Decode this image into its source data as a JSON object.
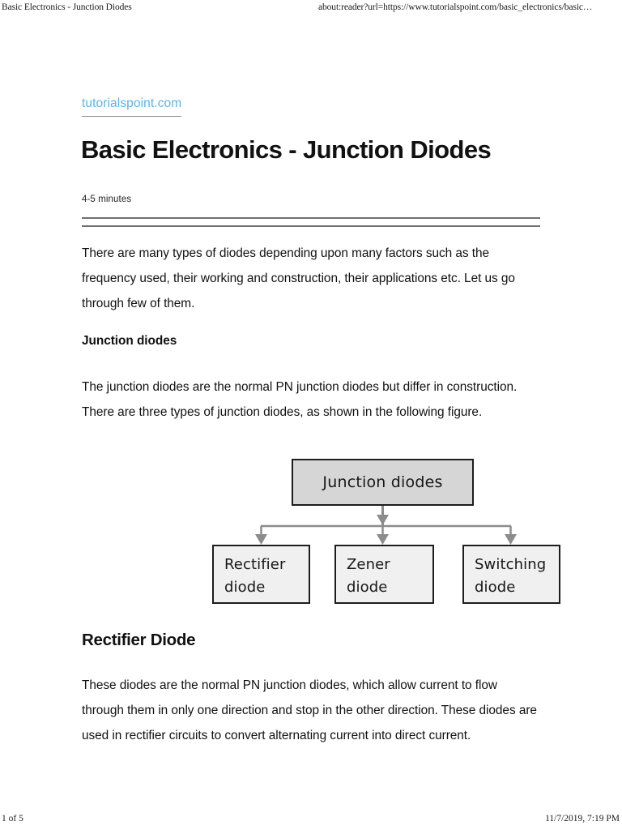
{
  "print": {
    "header_left": "Basic Electronics - Junction Diodes",
    "header_right": "about:reader?url=https://www.tutorialspoint.com/basic_electronics/basic…",
    "footer_left": "1 of 5",
    "footer_right": "11/7/2019, 7:19 PM"
  },
  "article": {
    "source_link": "tutorialspoint.com",
    "title": "Basic Electronics - Junction Diodes",
    "read_time": "4-5 minutes",
    "paragraph_1": "There are many types of diodes depending upon many factors such as the frequency used, their working and construction, their applications etc. Let us go through few of them.",
    "subheading_1": "Junction diodes",
    "paragraph_2": "The junction diodes are the normal PN junction diodes but differ in construction. There are three types of junction diodes, as shown in the following figure.",
    "section_heading": "Rectifier Diode",
    "paragraph_3": "These diodes are the normal PN junction diodes, which allow current to flow through them in only one direction and stop in the other direction. These diodes are used in rectifier circuits to convert alternating current into direct current."
  },
  "figure": {
    "root": "Junction diodes",
    "leaves": [
      {
        "label": "Rectifier\ndiode"
      },
      {
        "label": "Zener\ndiode"
      },
      {
        "label": "Switching\ndiode"
      }
    ],
    "root_fill": "#d6d6d6",
    "leaf_fill": "#f0f0f0",
    "border_color": "#1d1d1d",
    "connector_color": "#8c8c8c"
  },
  "colors": {
    "link": "#5eb3e4",
    "rule": "#6f6f6f",
    "text": "#111111",
    "page_background": "#ffffff"
  }
}
